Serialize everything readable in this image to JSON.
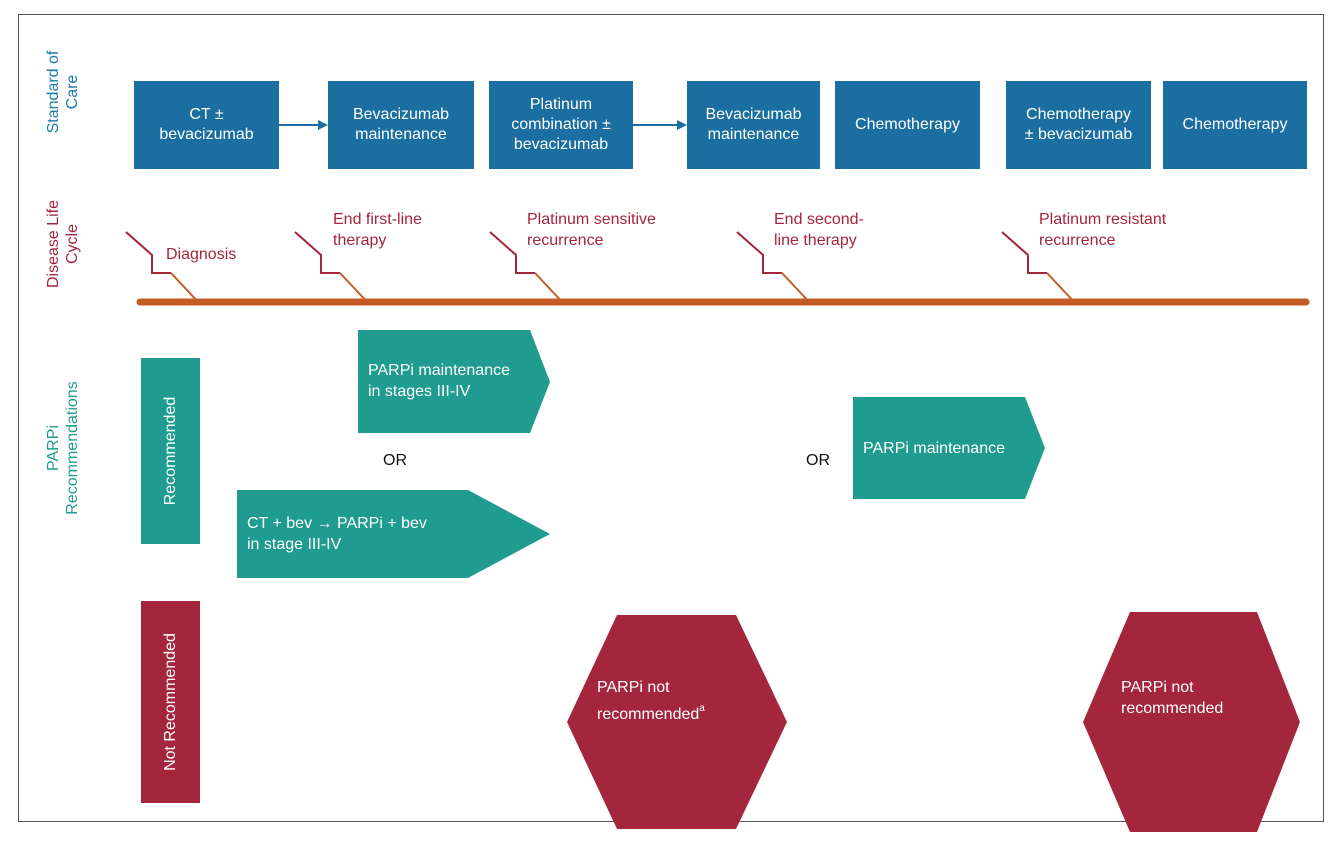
{
  "row_labels": {
    "standard_of_care": "Standard of\nCare",
    "disease_life_cycle": "Disease Life\nCycle",
    "parpi_recommendations": "PARPi\nRecommendations"
  },
  "standard_of_care": [
    {
      "label": "CT ±\nbevacizumab"
    },
    {
      "label": "Bevacizumab\nmaintenance"
    },
    {
      "label": "Platinum\ncombination ±\nbevacizumab"
    },
    {
      "label": "Bevacizumab\nmaintenance"
    },
    {
      "label": "Chemotherapy"
    },
    {
      "label": "Chemotherapy\n± bevacizumab"
    },
    {
      "label": "Chemotherapy"
    }
  ],
  "life_cycle_events": [
    {
      "label": "Diagnosis"
    },
    {
      "label": "End first-line\ntherapy"
    },
    {
      "label": "Platinum sensitive\nrecurrence"
    },
    {
      "label": "End second-\nline therapy"
    },
    {
      "label": "Platinum resistant\nrecurrence"
    }
  ],
  "recommendation_bars": {
    "recommended": "Recommended",
    "not_recommended": "Not Recommended"
  },
  "recommended": {
    "first_line_option_a": "PARPi maintenance\nin stages III-IV",
    "or_1": "OR",
    "first_line_option_b": "CT + bev → PARPi + bev\nin stage III-IV",
    "or_2": "OR",
    "second_line": "PARPi maintenance"
  },
  "not_recommended": {
    "platinum_sensitive": "PARPi not\nrecommended",
    "platinum_sensitive_footnote": "a",
    "platinum_resistant": "PARPi not\nrecommended"
  },
  "colors": {
    "soc_blue": "#1a6ea0",
    "teal": "#1f9c8f",
    "crimson": "#a4263c",
    "timeline": "#c45a24"
  }
}
